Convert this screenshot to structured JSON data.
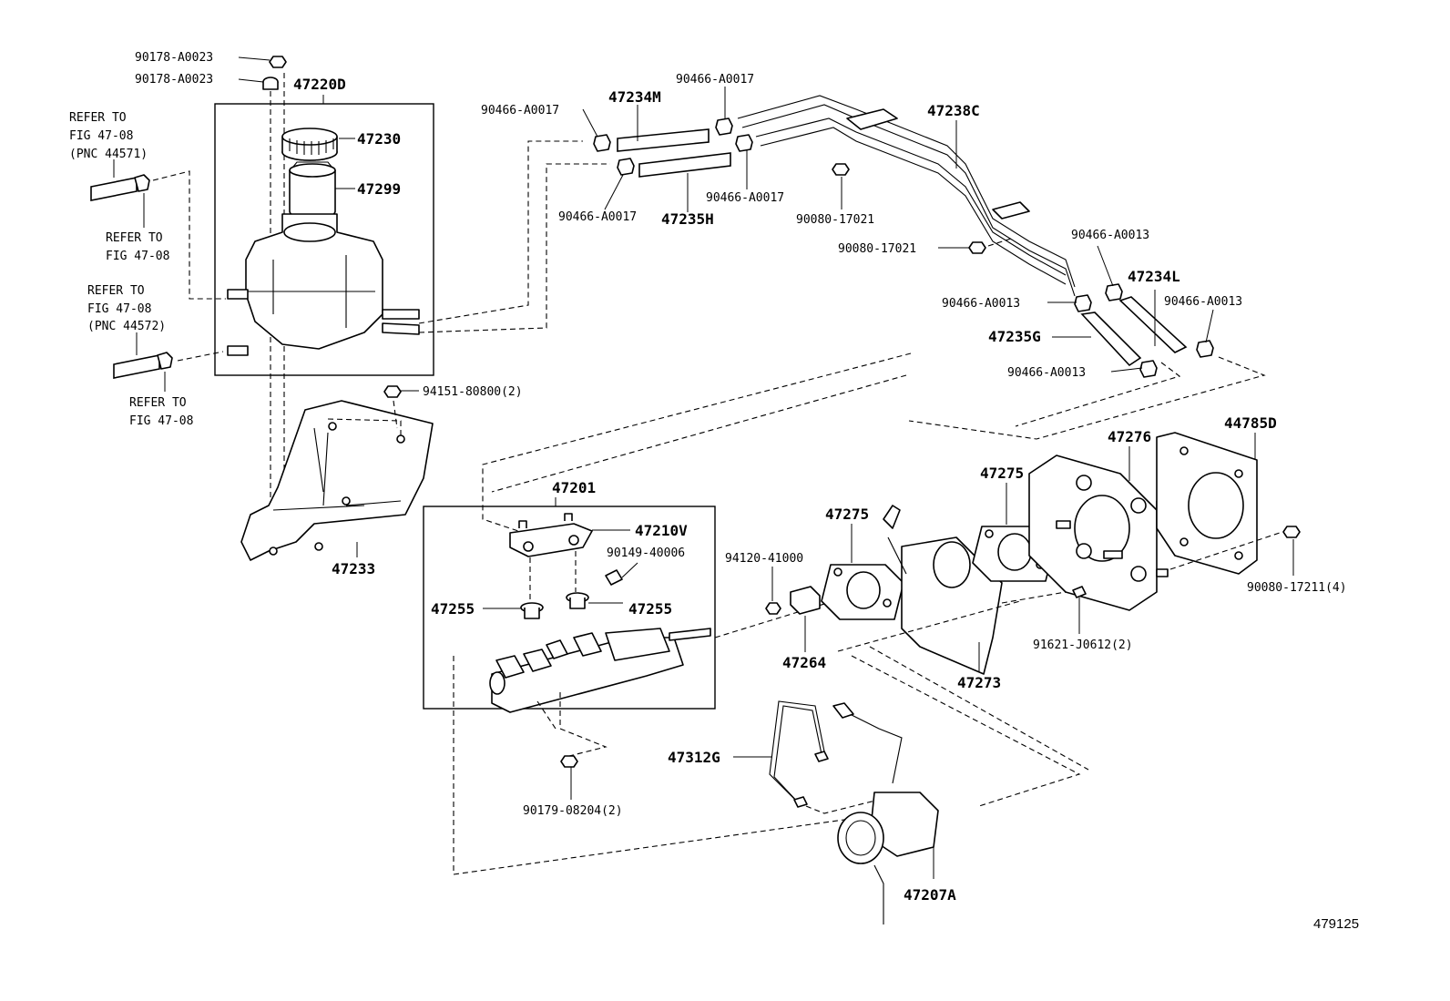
{
  "diagram_id": "479125",
  "refs": {
    "r1": [
      "REFER TO",
      "FIG 47-08",
      "(PNC 44571)"
    ],
    "r2": [
      "REFER TO",
      "FIG 47-08"
    ],
    "r3": [
      "REFER TO",
      "FIG 47-08",
      "(PNC 44572)"
    ],
    "r4": [
      "REFER TO",
      "FIG 47-08"
    ]
  },
  "labels": {
    "p_90178_a": "90178-A0023",
    "p_90178_b": "90178-A0023",
    "p_47220D": "47220D",
    "p_47230": "47230",
    "p_47299": "47299",
    "p_94151": "94151-80800(2)",
    "p_47233": "47233",
    "p_90466_1": "90466-A0017",
    "p_47234M": "47234M",
    "p_90466_2": "90466-A0017",
    "p_90466_3": "90466-A0017",
    "p_90466_4": "90466-A0017",
    "p_47235H": "47235H",
    "p_47238C": "47238C",
    "p_90080_1": "90080-17021",
    "p_90080_2": "90080-17021",
    "p_90466_5": "90466-A0013",
    "p_47234L": "47234L",
    "p_90466_6": "90466-A0013",
    "p_90466_7": "90466-A0013",
    "p_47235G": "47235G",
    "p_90466_8": "90466-A0013",
    "p_47201": "47201",
    "p_47210V": "47210V",
    "p_90149": "90149-40006",
    "p_47255_a": "47255",
    "p_47255_b": "47255",
    "p_90179": "90179-08204(2)",
    "p_94120": "94120-41000",
    "p_47264": "47264",
    "p_47275_a": "47275",
    "p_47275_b": "47275",
    "p_47276": "47276",
    "p_44785D": "44785D",
    "p_90080_17211": "90080-17211(4)",
    "p_91621": "91621-J0612(2)",
    "p_47273": "47273",
    "p_47312G": "47312G",
    "p_47207A": "47207A"
  }
}
